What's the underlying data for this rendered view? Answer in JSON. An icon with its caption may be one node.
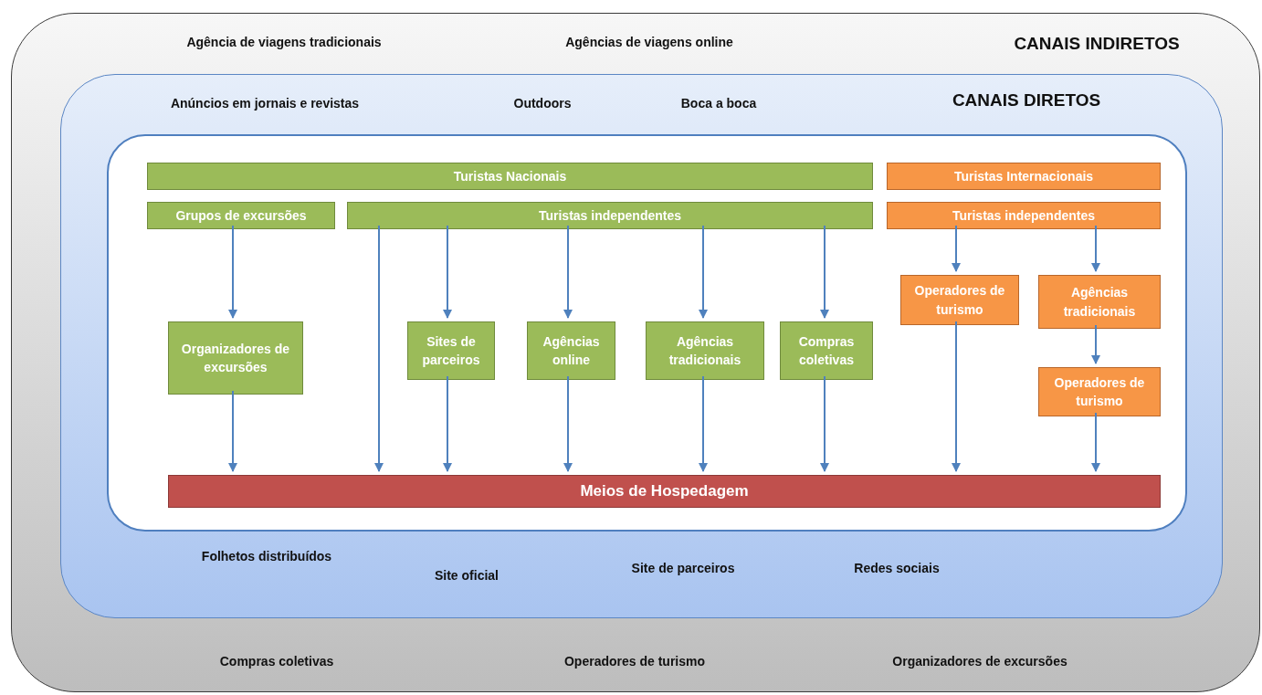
{
  "diagram": {
    "nodes": [
      {
        "text": [
          "Agência de viagens tradicionais",
          "Agências de viagens online",
          "CANAIS INDIRETOS",
          "Compras coletivas",
          "Operadores de turismo",
          "Organizadores de excursões"
        ]
      },
      {
        "text": [
          "Anúncios em jornais e revistas",
          "Outdoors",
          "Boca a boca",
          "CANAIS DIRETOS",
          "Folhetos distribuídos",
          "Site oficial",
          "Site de parceiros",
          "Redes sociais"
        ],
        "in": 0
      },
      {
        "text": [],
        "shape": "box",
        "in": 1
      },
      {
        "text": [
          "Turistas Nacionais"
        ],
        "in": 2
      },
      {
        "text": [
          "Turistas Internacionais"
        ],
        "in": 2
      },
      {
        "text": [
          "Grupos de excursões"
        ],
        "in": 2
      },
      {
        "text": [
          "Turistas independentes"
        ],
        "in": 2
      },
      {
        "text": [
          "Turistas independentes"
        ],
        "in": 2
      },
      {
        "text": [
          "Organizadores de excursões"
        ],
        "in": 2
      },
      {
        "text": [
          "Sites de parceiros"
        ],
        "in": 2
      },
      {
        "text": [
          "Agências online"
        ],
        "in": 2
      },
      {
        "text": [
          "Agências tradicionais"
        ],
        "in": 2
      },
      {
        "text": [
          "Compras coletivas"
        ],
        "in": 2
      },
      {
        "text": [
          "Operadores de turismo"
        ],
        "in": 2
      },
      {
        "text": [
          "Agências tradicionais"
        ],
        "in": 2
      },
      {
        "text": [
          "Operadores de turismo"
        ],
        "in": 2
      },
      {
        "text": [
          "Meios de Hospedagem"
        ],
        "in": 2
      }
    ],
    "edges": [
      {
        "from": 5,
        "to": 8,
        "arrow": "to"
      },
      {
        "from": 8,
        "to": 16,
        "arrow": "to"
      },
      {
        "from": 6,
        "to": 16,
        "arrow": "to"
      },
      {
        "from": 6,
        "to": 9,
        "arrow": "to"
      },
      {
        "from": 9,
        "to": 16,
        "arrow": "to"
      },
      {
        "from": 6,
        "to": 10,
        "arrow": "to"
      },
      {
        "from": 10,
        "to": 16,
        "arrow": "to"
      },
      {
        "from": 6,
        "to": 11,
        "arrow": "to"
      },
      {
        "from": 11,
        "to": 16,
        "arrow": "to"
      },
      {
        "from": 6,
        "to": 12,
        "arrow": "to"
      },
      {
        "from": 12,
        "to": 16,
        "arrow": "to"
      },
      {
        "from": 7,
        "to": 13,
        "arrow": "to"
      },
      {
        "from": 13,
        "to": 16,
        "arrow": "to"
      },
      {
        "from": 7,
        "to": 14,
        "arrow": "to"
      },
      {
        "from": 14,
        "to": 15,
        "arrow": "to"
      },
      {
        "from": 15,
        "to": 16,
        "arrow": "to"
      }
    ]
  }
}
